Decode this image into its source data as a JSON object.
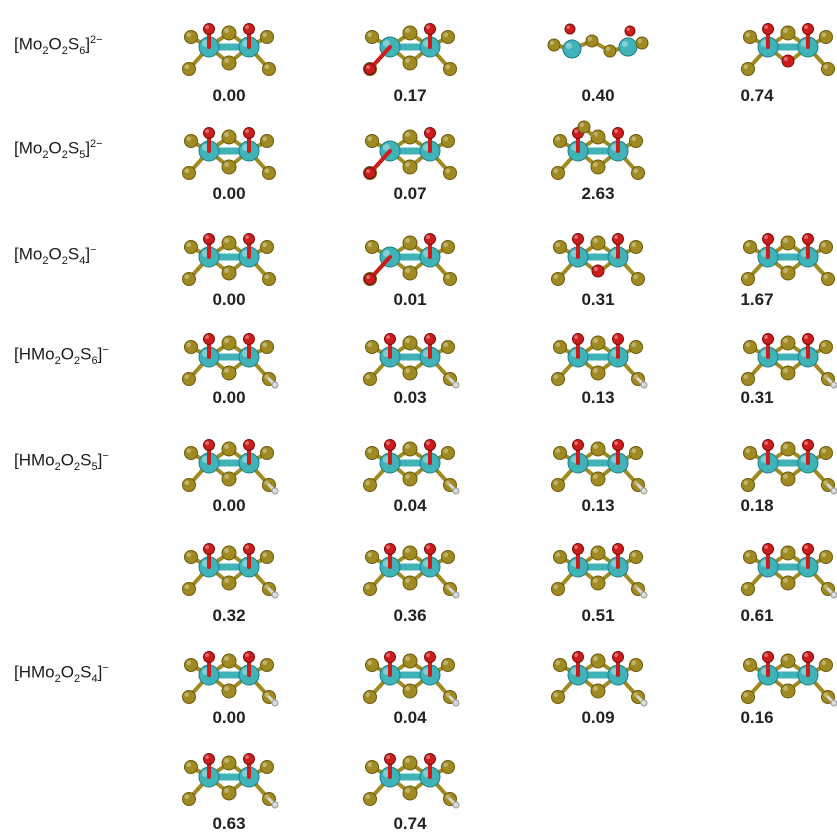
{
  "colors": {
    "mo": "#3fb3b8",
    "mo_dark": "#1d7f84",
    "s": "#a08a22",
    "s_dark": "#6b5a0c",
    "o": "#cc1c1c",
    "h": "#d8d8d8",
    "text": "#222222"
  },
  "rows": [
    {
      "formula": {
        "h": "",
        "s": "6",
        "charge": "2−"
      },
      "structures": [
        {
          "energy": "0.00",
          "style": 0
        },
        {
          "energy": "0.17",
          "style": 1
        },
        {
          "energy": "0.40",
          "style": 2
        },
        {
          "energy": "0.74",
          "style": 3
        }
      ]
    },
    {
      "formula": {
        "h": "",
        "s": "5",
        "charge": "2−"
      },
      "structures": [
        {
          "energy": "0.00",
          "style": 0
        },
        {
          "energy": "0.07",
          "style": 1
        },
        {
          "energy": "2.63",
          "style": 4
        }
      ]
    },
    {
      "formula": {
        "h": "",
        "s": "4",
        "charge": "−"
      },
      "structures": [
        {
          "energy": "0.00",
          "style": 0
        },
        {
          "energy": "0.01",
          "style": 1
        },
        {
          "energy": "0.31",
          "style": 3
        },
        {
          "energy": "1.67",
          "style": 0
        }
      ]
    },
    {
      "formula": {
        "h": "H",
        "s": "6",
        "charge": "−"
      },
      "structures": [
        {
          "energy": "0.00",
          "style": 5
        },
        {
          "energy": "0.03",
          "style": 5
        },
        {
          "energy": "0.13",
          "style": 5
        },
        {
          "energy": "0.31",
          "style": 5
        }
      ]
    },
    {
      "formula": {
        "h": "H",
        "s": "5",
        "charge": "−"
      },
      "structures": [
        {
          "energy": "0.00",
          "style": 5
        },
        {
          "energy": "0.04",
          "style": 5
        },
        {
          "energy": "0.13",
          "style": 5
        },
        {
          "energy": "0.18",
          "style": 5
        }
      ]
    },
    {
      "formula": null,
      "structures": [
        {
          "energy": "0.32",
          "style": 5
        },
        {
          "energy": "0.36",
          "style": 5
        },
        {
          "energy": "0.51",
          "style": 5
        },
        {
          "energy": "0.61",
          "style": 5
        }
      ]
    },
    {
      "formula": {
        "h": "H",
        "s": "4",
        "charge": "−"
      },
      "structures": [
        {
          "energy": "0.00",
          "style": 5
        },
        {
          "energy": "0.04",
          "style": 5
        },
        {
          "energy": "0.09",
          "style": 5
        },
        {
          "energy": "0.16",
          "style": 5
        }
      ]
    },
    {
      "formula": null,
      "structures": [
        {
          "energy": "0.63",
          "style": 5
        },
        {
          "energy": "0.74",
          "style": 5
        }
      ]
    }
  ]
}
